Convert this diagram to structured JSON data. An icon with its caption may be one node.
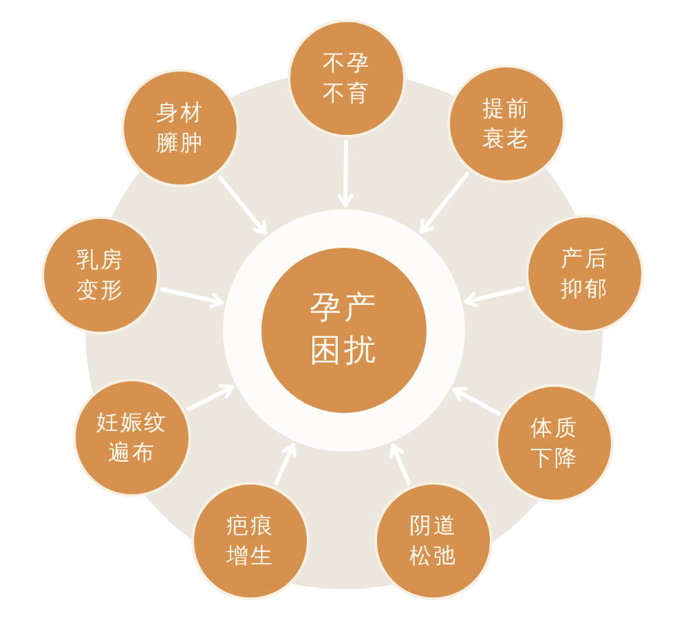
{
  "diagram": {
    "nodes": [
      {
        "text": [
          "孕产困扰"
        ]
      },
      {
        "text": [
          "不孕不育"
        ]
      },
      {
        "text": [
          "提前衰老"
        ]
      },
      {
        "text": [
          "产后抑郁"
        ]
      },
      {
        "text": [
          "体质下降"
        ]
      },
      {
        "text": [
          "阴道松弛"
        ]
      },
      {
        "text": [
          "疤痕增生"
        ]
      },
      {
        "text": [
          "妊娠纹遍布"
        ]
      },
      {
        "text": [
          "乳房变形"
        ]
      },
      {
        "text": [
          "身材臃肿"
        ]
      }
    ],
    "edges": [
      {
        "from": 1,
        "to": 0,
        "arrow": "to"
      },
      {
        "from": 2,
        "to": 0,
        "arrow": "to"
      },
      {
        "from": 3,
        "to": 0,
        "arrow": "to"
      },
      {
        "from": 4,
        "to": 0,
        "arrow": "to"
      },
      {
        "from": 5,
        "to": 0,
        "arrow": "to"
      },
      {
        "from": 6,
        "to": 0,
        "arrow": "to"
      },
      {
        "from": 7,
        "to": 0,
        "arrow": "to"
      },
      {
        "from": 8,
        "to": 0,
        "arrow": "to"
      },
      {
        "from": 9,
        "to": 0,
        "arrow": "to"
      }
    ]
  }
}
